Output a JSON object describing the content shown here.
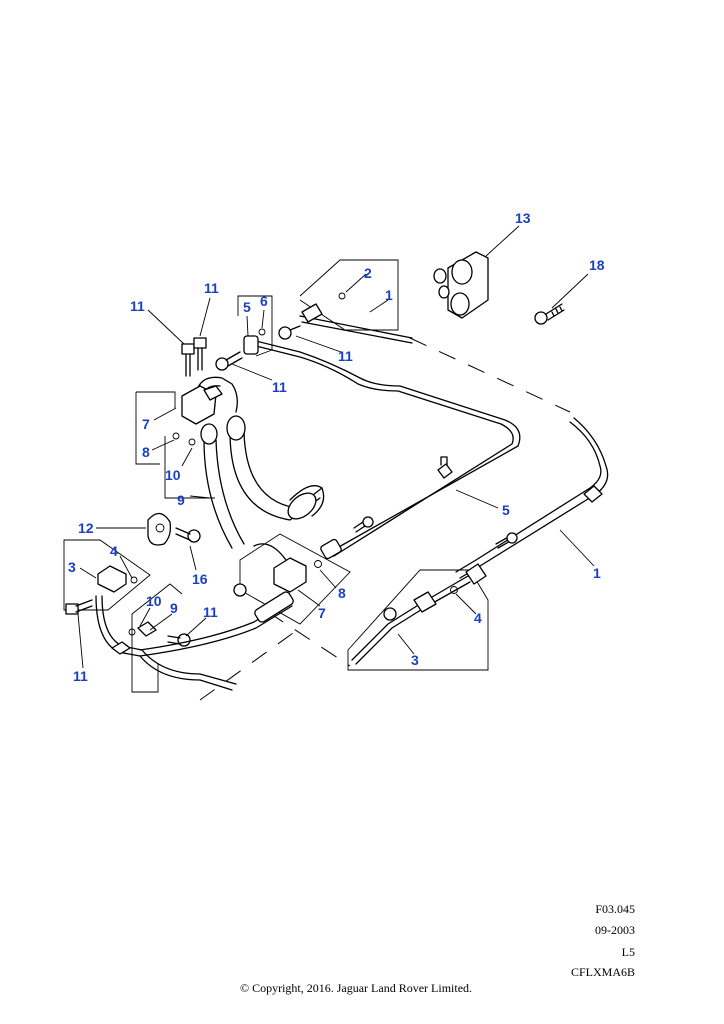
{
  "callouts": {
    "c1a": "1",
    "c1b": "1",
    "c2": "2",
    "c3a": "3",
    "c3b": "3",
    "c4a": "4",
    "c4b": "4",
    "c5a": "5",
    "c5b": "5",
    "c6": "6",
    "c7a": "7",
    "c7b": "7",
    "c8a": "8",
    "c8b": "8",
    "c9a": "9",
    "c9b": "9",
    "c10a": "10",
    "c10b": "10",
    "c11a": "11",
    "c11b": "11",
    "c11c": "11",
    "c11d": "11",
    "c11e": "11",
    "c11f": "11",
    "c12": "12",
    "c13": "13",
    "c16": "16",
    "c18": "18"
  },
  "meta": {
    "figure_code": "F03.045",
    "date": "09-2003",
    "level": "L5",
    "ref": "CFLXMA6B"
  },
  "copyright": "© Copyright, 2016. Jaguar Land Rover Limited."
}
